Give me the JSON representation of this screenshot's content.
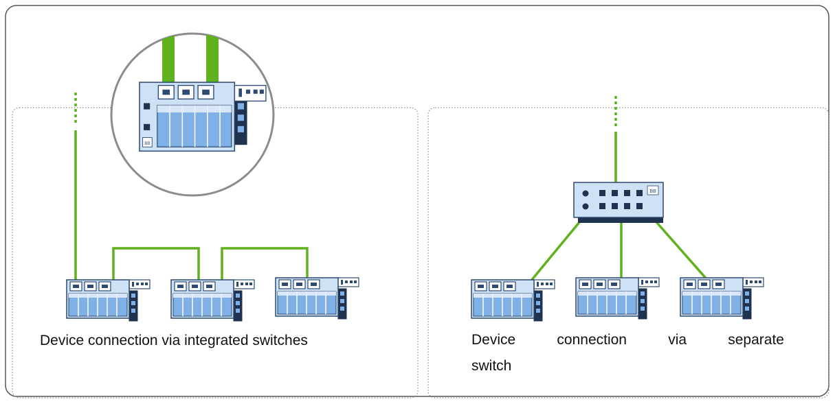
{
  "captions": {
    "left": "Device connection via integrated switches",
    "right_words": [
      "Device",
      "connection",
      "via",
      "separate"
    ],
    "right_last": "switch"
  },
  "device_badge": "BB",
  "colors": {
    "cable": "#5fb21d",
    "device_fill": "#cfe2f5",
    "device_stroke": "#2d4a70",
    "slot_fill": "#7fb0e6",
    "dark_module": "#1f3350",
    "frame": "#555555",
    "zoom_ring": "#8c8c8c"
  },
  "icons": [
    "io-device-icon",
    "network-switch-icon",
    "ethernet-port-icon"
  ]
}
